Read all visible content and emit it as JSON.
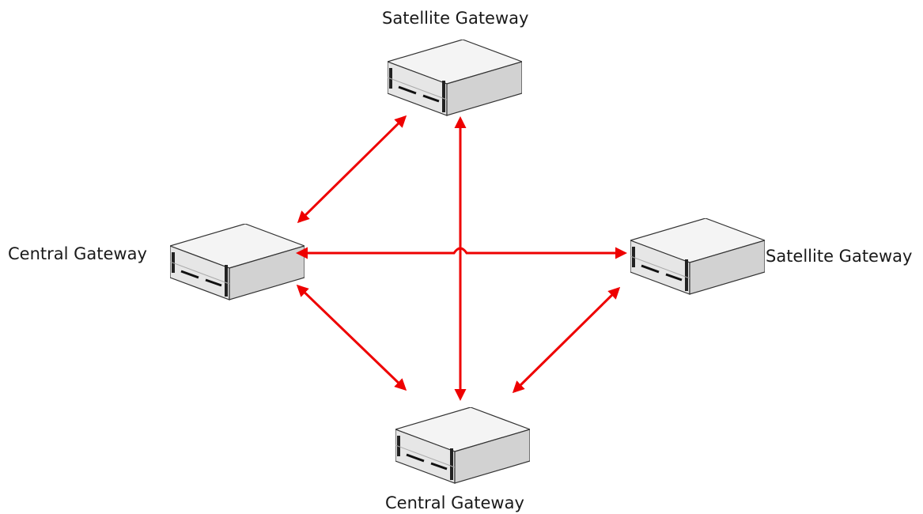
{
  "nodes": [
    {
      "id": "top",
      "label": "Satellite Gateway",
      "icon": "server-icon"
    },
    {
      "id": "left",
      "label": "Central Gateway",
      "icon": "server-icon"
    },
    {
      "id": "right",
      "label": "Satellite Gateway",
      "icon": "server-icon"
    },
    {
      "id": "bottom",
      "label": "Central Gateway",
      "icon": "server-icon"
    }
  ],
  "links": [
    {
      "from": "top",
      "to": "left",
      "type": "bidirectional"
    },
    {
      "from": "top",
      "to": "bottom",
      "type": "bidirectional"
    },
    {
      "from": "left",
      "to": "right",
      "type": "bidirectional"
    },
    {
      "from": "left",
      "to": "bottom",
      "type": "bidirectional"
    },
    {
      "from": "right",
      "to": "bottom",
      "type": "bidirectional"
    }
  ],
  "colors": {
    "arrow": "#ee0000",
    "server_top": "#f2f2f2",
    "server_front": "#e4e4e4",
    "server_side": "#cfcfcf",
    "outline": "#333333"
  }
}
